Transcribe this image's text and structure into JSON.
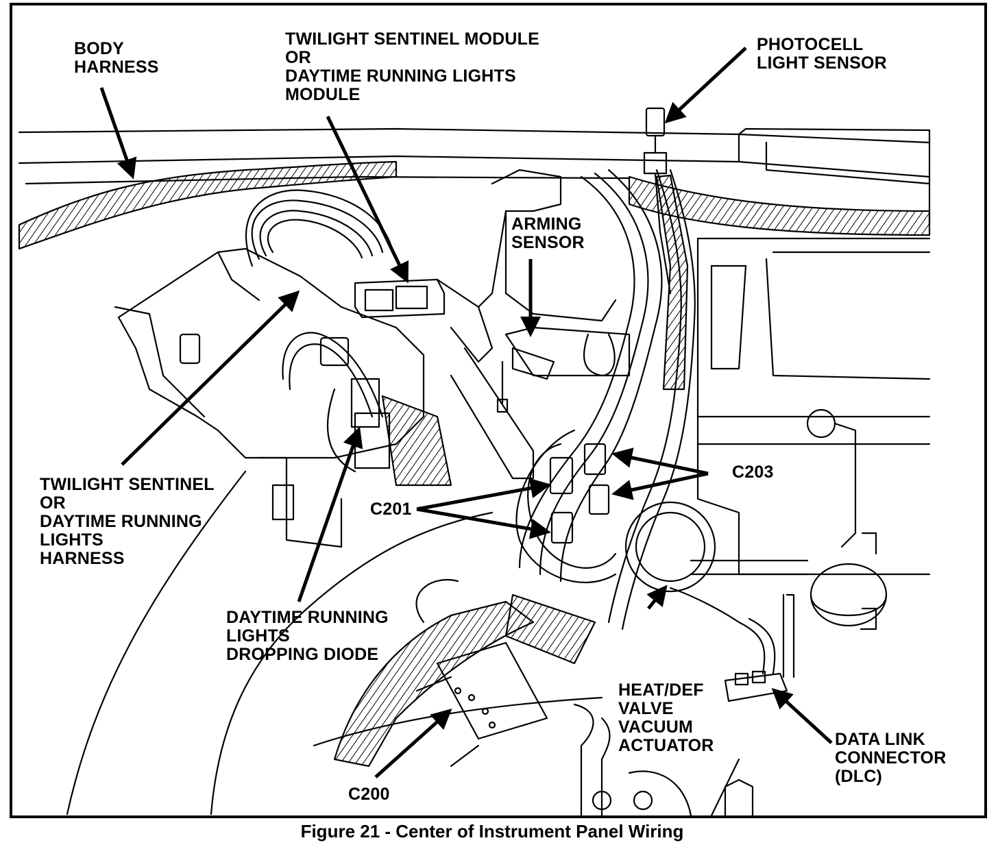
{
  "labels": {
    "body_harness": [
      "BODY",
      "HARNESS"
    ],
    "twilight_module": [
      "TWILIGHT SENTINEL MODULE",
      "OR",
      "DAYTIME RUNNING LIGHTS",
      "MODULE"
    ],
    "photocell": [
      "PHOTOCELL",
      "LIGHT SENSOR"
    ],
    "arming_sensor": [
      "ARMING",
      "SENSOR"
    ],
    "twilight_harness": [
      "TWILIGHT SENTINEL",
      "OR",
      "DAYTIME RUNNING",
      "LIGHTS",
      "HARNESS"
    ],
    "c203": [
      "C203"
    ],
    "c201": [
      "C201"
    ],
    "drl_diode": [
      "DAYTIME RUNNING",
      "LIGHTS",
      "DROPPING DIODE"
    ],
    "heat_def": [
      "HEAT/DEF",
      "VALVE",
      "VACUUM",
      "ACTUATOR"
    ],
    "dlc": [
      "DATA LINK",
      "CONNECTOR",
      "(DLC)"
    ],
    "c200": [
      "C200"
    ]
  },
  "caption": "Figure 21 - Center of Instrument Panel Wiring",
  "colors": {
    "ink": "#000000",
    "paper": "#ffffff"
  }
}
